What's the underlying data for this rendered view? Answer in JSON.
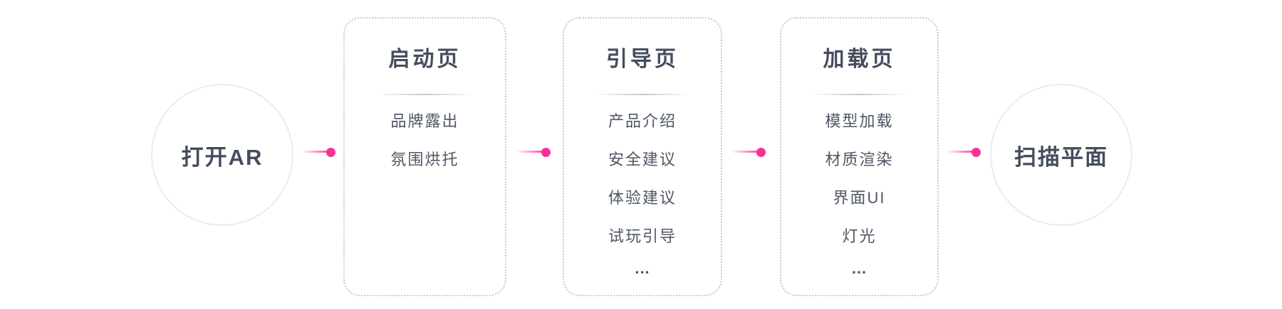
{
  "diagram": {
    "description": "AR app onboarding flow",
    "colors": {
      "accent_pink": "#fa2f97",
      "node_text": "#454d5d",
      "item_text": "#4e5765",
      "dotted_border": "#c9c9cc",
      "circle_border": "#ebebee",
      "background": "#ffffff"
    },
    "start_node": {
      "label": "打开AR"
    },
    "end_node": {
      "label": "扫描平面"
    },
    "stages": [
      {
        "title": "启动页",
        "items": [
          "品牌露出",
          "氛围烘托"
        ]
      },
      {
        "title": "引导页",
        "items": [
          "产品介绍",
          "安全建议",
          "体验建议",
          "试玩引导"
        ],
        "ellipsis": "..."
      },
      {
        "title": "加载页",
        "items": [
          "模型加载",
          "材质渲染",
          "界面UI",
          "灯光"
        ],
        "ellipsis": "..."
      }
    ]
  }
}
